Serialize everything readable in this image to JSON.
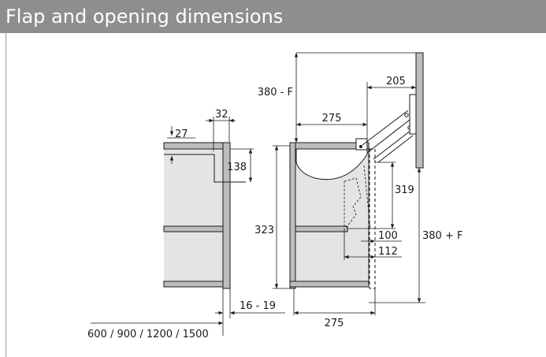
{
  "title": "Flap and opening dimensions",
  "colors": {
    "title_bar": "#8e8e8e",
    "title_text": "#ffffff",
    "cabinet_fill": "#e4e4e4",
    "panel_fill": "#bdbdbd",
    "line": "#1a1a1a"
  },
  "dimensions": {
    "d27": "27",
    "d32": "32",
    "d138": "138",
    "d323": "323",
    "d16_19": "16 - 19",
    "d_widths": "600 / 900 / 1200 / 1500",
    "d380_minus_f": "380 - F",
    "d205": "205",
    "d275_top": "275",
    "d319": "319",
    "d100": "100",
    "d112": "112",
    "d380_plus_f": "380 + F",
    "d275_bottom": "275"
  }
}
